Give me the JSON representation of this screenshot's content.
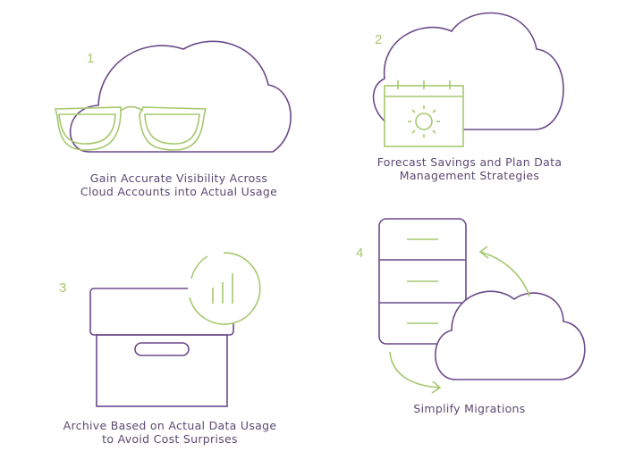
{
  "colors": {
    "purple": "#6b4a8a",
    "green": "#a6c86e",
    "text": "#5b4a72"
  },
  "steps": [
    {
      "number": "1",
      "icon": "glasses-cloud-icon",
      "caption_line1": "Gain Accurate Visibility Across",
      "caption_line2": "Cloud Accounts into Actual Usage"
    },
    {
      "number": "2",
      "icon": "calendar-cloud-icon",
      "caption_line1": "Forecast Savings and Plan Data",
      "caption_line2": "Management Strategies"
    },
    {
      "number": "3",
      "icon": "archive-box-icon",
      "caption_line1": "Archive Based on Actual Data Usage",
      "caption_line2": "to Avoid Cost Surprises"
    },
    {
      "number": "4",
      "icon": "server-migration-icon",
      "caption_line1": "Simplify Migrations",
      "caption_line2": ""
    }
  ]
}
